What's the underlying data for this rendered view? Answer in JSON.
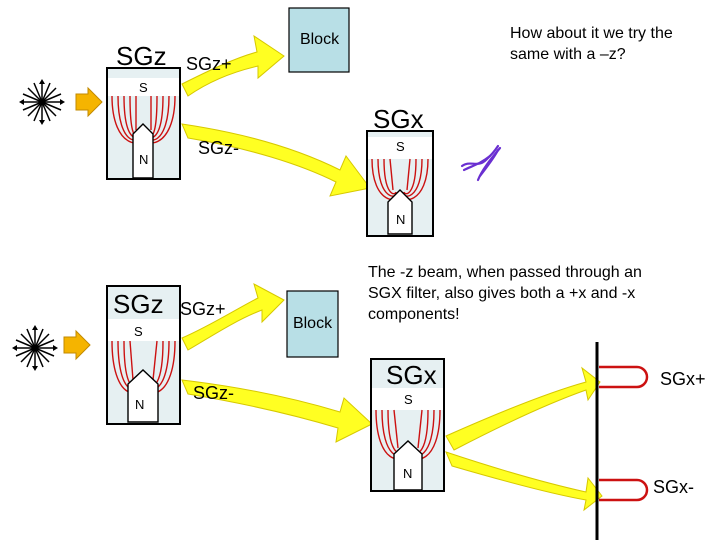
{
  "top": {
    "magnet_z": {
      "title": "SGz",
      "south": "S",
      "north": "N"
    },
    "beam_plus": "SGz+",
    "beam_minus": "SGz-",
    "block": "Block",
    "magnet_x": {
      "title": "SGx",
      "south": "S",
      "north": "N"
    },
    "question": "How about it we try the\nsame with a –z?"
  },
  "bottom": {
    "magnet_z": {
      "title": "SGz",
      "south": "S",
      "north": "N"
    },
    "beam_plus": "SGz+",
    "beam_minus": "SGz-",
    "block": "Block",
    "magnet_x": {
      "title": "SGx",
      "south": "S",
      "north": "N"
    },
    "explanation": "The -z beam, when passed through  an\nSGX  filter, also gives both a +x and  -x\ncomponents!",
    "out_plus": "SGx+",
    "out_minus": "SGx-"
  },
  "colors": {
    "arrow": "#ffff22",
    "arrow_edge": "#d6c800",
    "box": "#e6f0f2",
    "block": "#b8dfe6",
    "field_lines": "#cc1111",
    "scribble": "#6a2fd1"
  }
}
